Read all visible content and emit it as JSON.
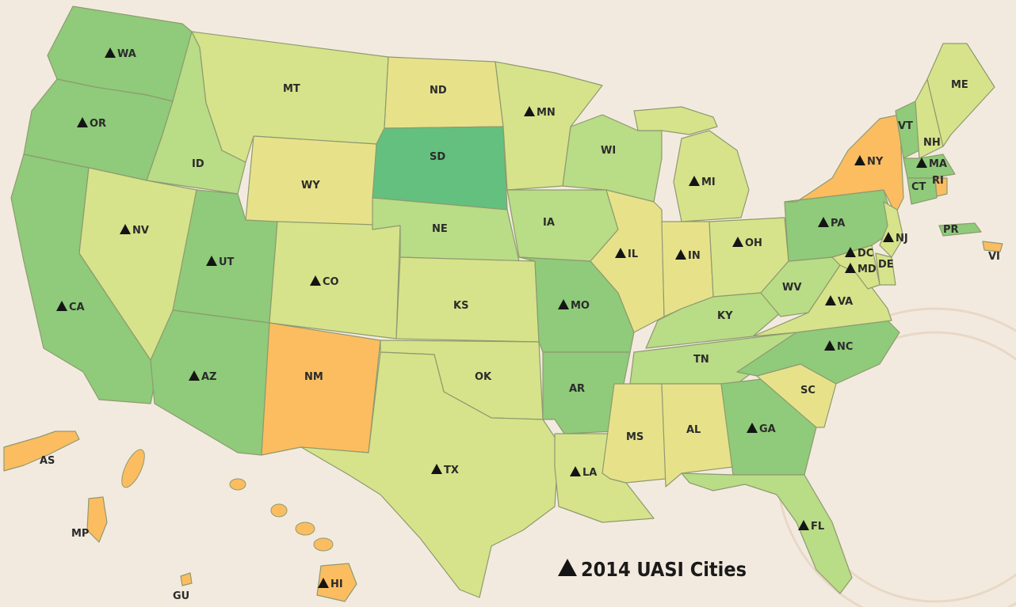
{
  "colors": {
    "background": "#f3eadf",
    "uasi_green": "#8fcb7a",
    "light_green": "#b9dc86",
    "yellow_green": "#d6e38a",
    "yellow": "#e7e28a",
    "orange": "#fbbd60",
    "teal_green": "#63c07e",
    "marker": "#141414"
  },
  "legend": {
    "label": "2014 UASI Cities",
    "icon": "triangle-marker-icon"
  },
  "states": [
    {
      "id": "WA",
      "label": "WA",
      "uasi": true,
      "fill": "uasi_green"
    },
    {
      "id": "OR",
      "label": "OR",
      "uasi": true,
      "fill": "uasi_green"
    },
    {
      "id": "CA",
      "label": "CA",
      "uasi": true,
      "fill": "uasi_green"
    },
    {
      "id": "ID",
      "label": "ID",
      "uasi": false,
      "fill": "light_green"
    },
    {
      "id": "NV",
      "label": "NV",
      "uasi": true,
      "fill": "yellow_green"
    },
    {
      "id": "MT",
      "label": "MT",
      "uasi": false,
      "fill": "yellow_green"
    },
    {
      "id": "WY",
      "label": "WY",
      "uasi": false,
      "fill": "yellow"
    },
    {
      "id": "UT",
      "label": "UT",
      "uasi": true,
      "fill": "uasi_green"
    },
    {
      "id": "AZ",
      "label": "AZ",
      "uasi": true,
      "fill": "uasi_green"
    },
    {
      "id": "CO",
      "label": "CO",
      "uasi": true,
      "fill": "yellow_green"
    },
    {
      "id": "NM",
      "label": "NM",
      "uasi": false,
      "fill": "orange"
    },
    {
      "id": "ND",
      "label": "ND",
      "uasi": false,
      "fill": "yellow"
    },
    {
      "id": "SD",
      "label": "SD",
      "uasi": false,
      "fill": "teal_green"
    },
    {
      "id": "NE",
      "label": "NE",
      "uasi": false,
      "fill": "light_green"
    },
    {
      "id": "KS",
      "label": "KS",
      "uasi": false,
      "fill": "yellow_green"
    },
    {
      "id": "OK",
      "label": "OK",
      "uasi": false,
      "fill": "yellow_green"
    },
    {
      "id": "TX",
      "label": "TX",
      "uasi": true,
      "fill": "yellow_green"
    },
    {
      "id": "MN",
      "label": "MN",
      "uasi": true,
      "fill": "yellow_green"
    },
    {
      "id": "IA",
      "label": "IA",
      "uasi": false,
      "fill": "light_green"
    },
    {
      "id": "MO",
      "label": "MO",
      "uasi": true,
      "fill": "uasi_green"
    },
    {
      "id": "AR",
      "label": "AR",
      "uasi": false,
      "fill": "uasi_green"
    },
    {
      "id": "LA",
      "label": "LA",
      "uasi": true,
      "fill": "yellow_green"
    },
    {
      "id": "WI",
      "label": "WI",
      "uasi": false,
      "fill": "light_green"
    },
    {
      "id": "IL",
      "label": "IL",
      "uasi": true,
      "fill": "yellow"
    },
    {
      "id": "MI",
      "label": "MI",
      "uasi": true,
      "fill": "yellow_green"
    },
    {
      "id": "IN",
      "label": "IN",
      "uasi": true,
      "fill": "yellow"
    },
    {
      "id": "OH",
      "label": "OH",
      "uasi": true,
      "fill": "yellow_green"
    },
    {
      "id": "KY",
      "label": "KY",
      "uasi": false,
      "fill": "light_green"
    },
    {
      "id": "TN",
      "label": "TN",
      "uasi": false,
      "fill": "light_green"
    },
    {
      "id": "MS",
      "label": "MS",
      "uasi": false,
      "fill": "yellow"
    },
    {
      "id": "AL",
      "label": "AL",
      "uasi": false,
      "fill": "yellow"
    },
    {
      "id": "GA",
      "label": "GA",
      "uasi": true,
      "fill": "uasi_green"
    },
    {
      "id": "FL",
      "label": "FL",
      "uasi": true,
      "fill": "light_green"
    },
    {
      "id": "SC",
      "label": "SC",
      "uasi": false,
      "fill": "yellow"
    },
    {
      "id": "NC",
      "label": "NC",
      "uasi": true,
      "fill": "uasi_green"
    },
    {
      "id": "VA",
      "label": "VA",
      "uasi": true,
      "fill": "yellow_green"
    },
    {
      "id": "WV",
      "label": "WV",
      "uasi": false,
      "fill": "light_green"
    },
    {
      "id": "PA",
      "label": "PA",
      "uasi": true,
      "fill": "uasi_green"
    },
    {
      "id": "NY",
      "label": "NY",
      "uasi": true,
      "fill": "orange"
    },
    {
      "id": "NJ",
      "label": "NJ",
      "uasi": true,
      "fill": "yellow_green"
    },
    {
      "id": "DE",
      "label": "DE",
      "uasi": false,
      "fill": "yellow_green"
    },
    {
      "id": "MD",
      "label": "MD",
      "uasi": true,
      "fill": "yellow_green"
    },
    {
      "id": "DC",
      "label": "DC",
      "uasi": true,
      "fill": "light_green"
    },
    {
      "id": "VT",
      "label": "VT",
      "uasi": false,
      "fill": "uasi_green"
    },
    {
      "id": "NH",
      "label": "NH",
      "uasi": false,
      "fill": "yellow_green"
    },
    {
      "id": "ME",
      "label": "ME",
      "uasi": false,
      "fill": "yellow_green"
    },
    {
      "id": "MA",
      "label": "MA",
      "uasi": true,
      "fill": "uasi_green"
    },
    {
      "id": "CT",
      "label": "CT",
      "uasi": false,
      "fill": "uasi_green"
    },
    {
      "id": "RI",
      "label": "RI",
      "uasi": false,
      "fill": "orange"
    },
    {
      "id": "PR",
      "label": "PR",
      "uasi": false,
      "fill": "uasi_green"
    },
    {
      "id": "VI",
      "label": "VI",
      "uasi": false,
      "fill": "orange"
    },
    {
      "id": "AS",
      "label": "AS",
      "uasi": false,
      "fill": "orange"
    },
    {
      "id": "MP",
      "label": "MP",
      "uasi": false,
      "fill": "orange"
    },
    {
      "id": "GU",
      "label": "GU",
      "uasi": false,
      "fill": "orange"
    },
    {
      "id": "HI",
      "label": "HI",
      "uasi": true,
      "fill": "orange"
    }
  ]
}
